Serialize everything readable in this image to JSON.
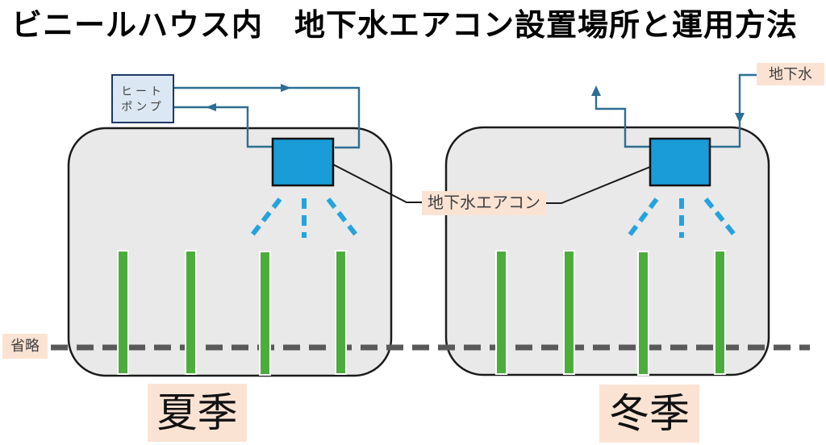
{
  "title": "ビニールハウス内　地下水エアコン設置場所と運用方法",
  "labels": {
    "heat_pump": {
      "line1": "ヒート",
      "line2": "ポンプ"
    },
    "groundwater_ac": "地下水エアコン",
    "groundwater": "地下水",
    "omitted": "省略",
    "summer": "夏季",
    "winter": "冬季"
  },
  "colors": {
    "house_fill": "#e9e9e9",
    "outline": "#1a1a1a",
    "ground_gray": "#595959",
    "plant_green": "#4cad3d",
    "air_blue": "#25a3dd",
    "pipe_blue": "#2e6e91",
    "unit_blue": "#199cd8",
    "label_peach": "#fbe3d4",
    "label_text": "#3f3f3f",
    "heatpump_fill": "#dbe8f4",
    "heatpump_border": "#1f3864"
  },
  "diagram": {
    "greenhouses": [
      {
        "season": "夏季",
        "unit": "地下水エアコン",
        "plant_rows": 4,
        "pipes": "ヒートポンプ往復配管"
      },
      {
        "season": "冬季",
        "unit": "地下水エアコン",
        "plant_rows": 4,
        "pipes": "地下水供給・排出配管"
      }
    ]
  }
}
